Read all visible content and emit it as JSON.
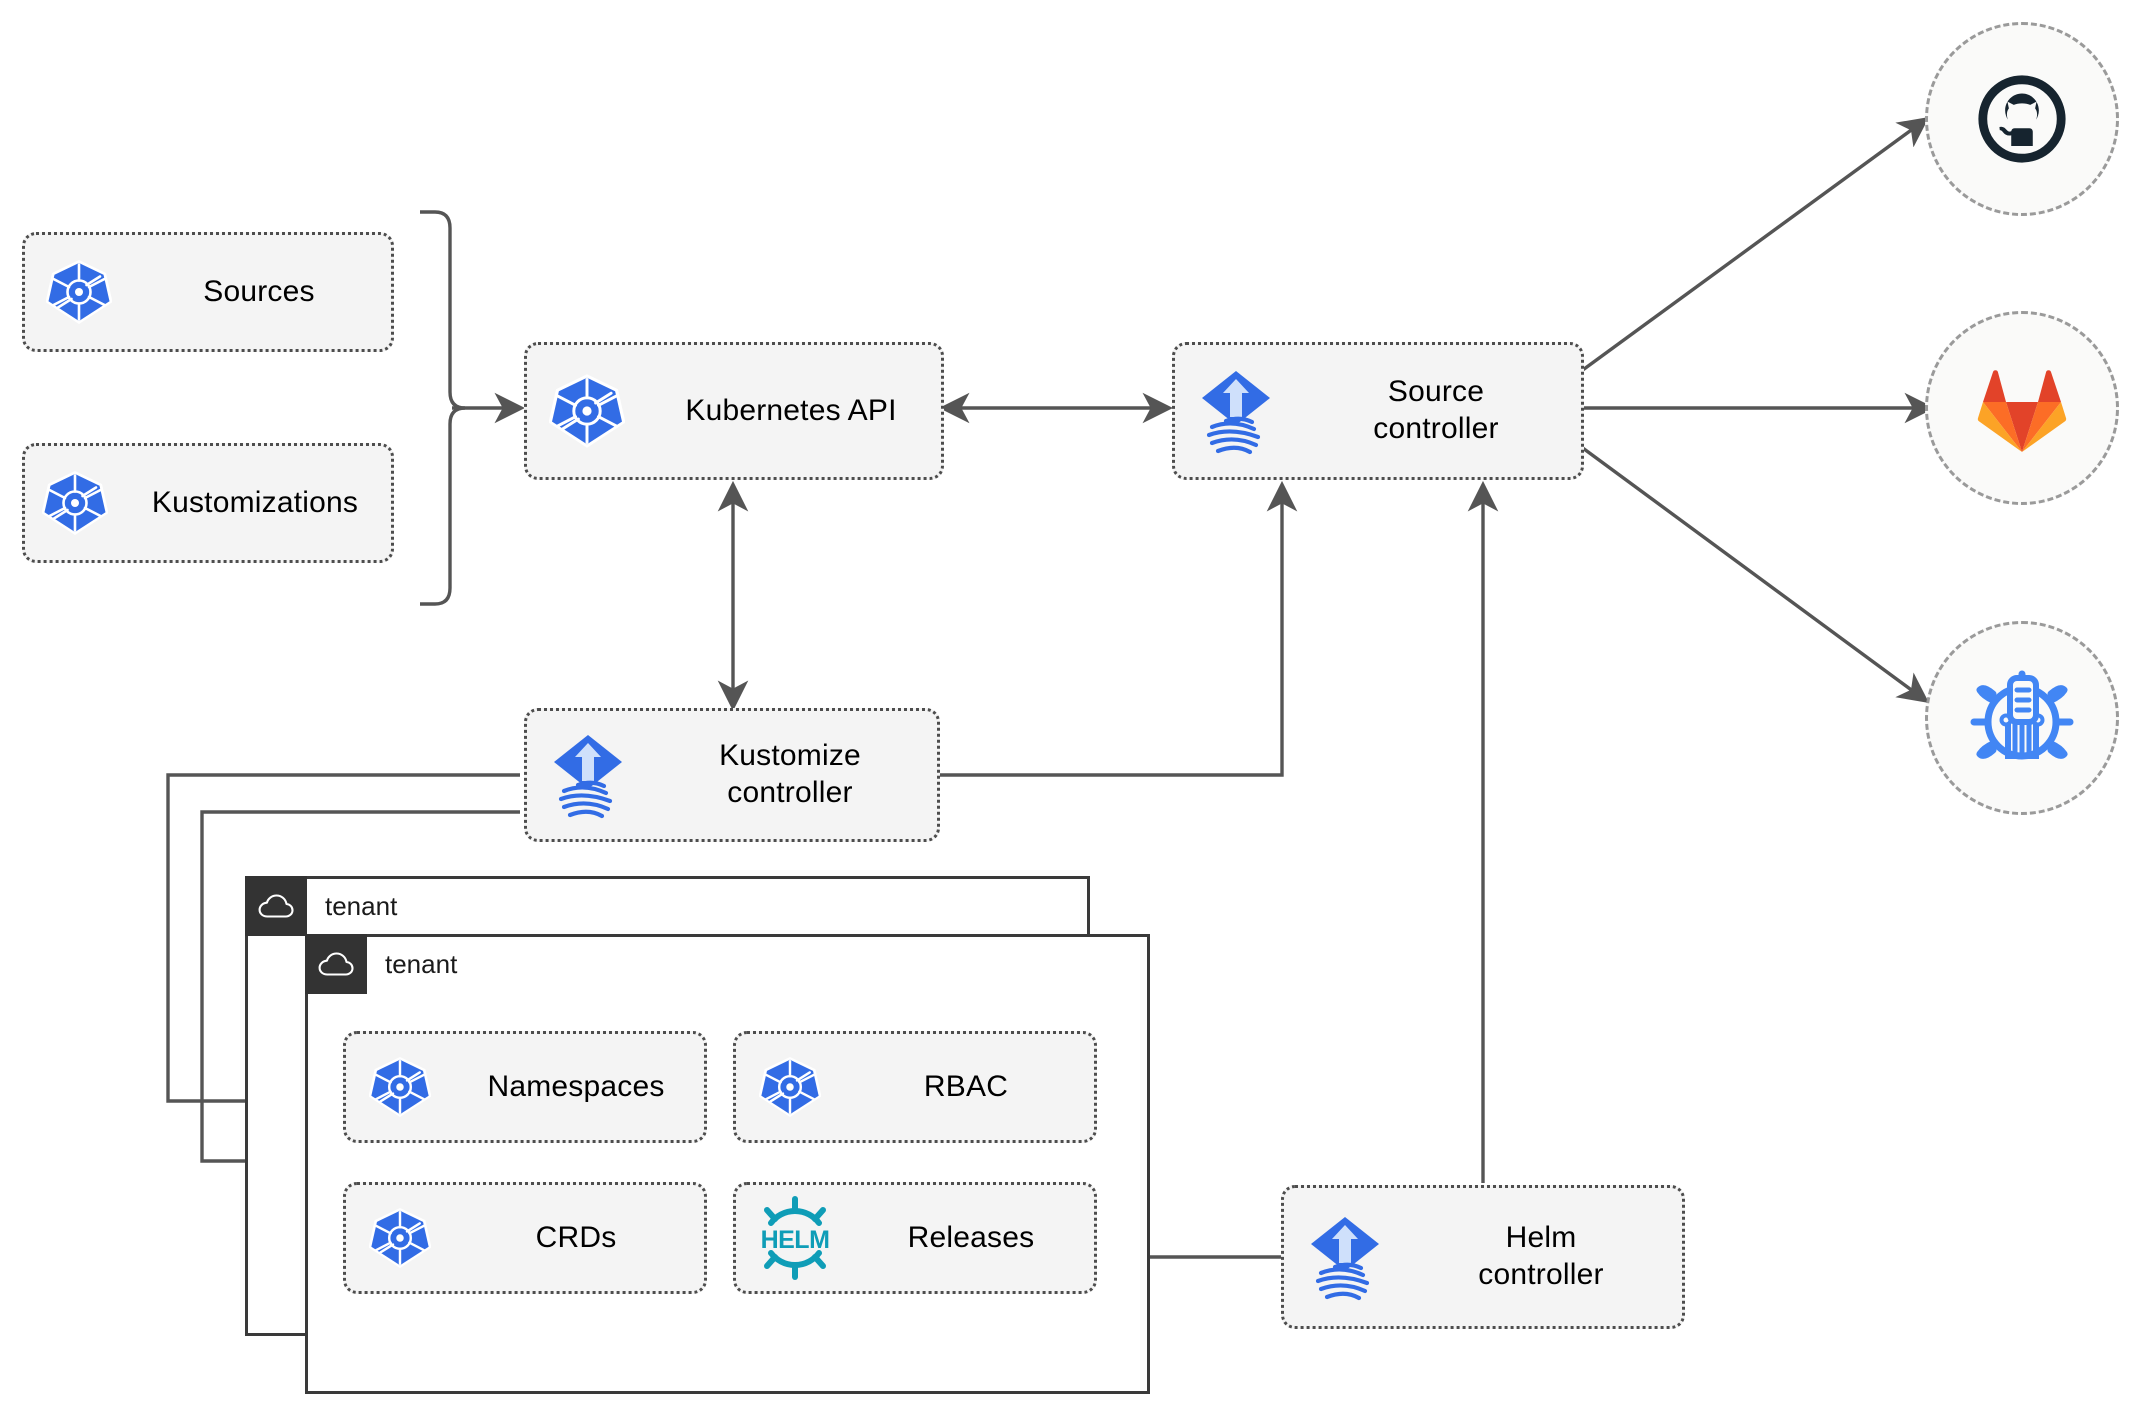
{
  "diagram": {
    "title": "Flux GitOps multi-tenancy architecture",
    "colors": {
      "kubernetes_blue": "#326CE5",
      "flux_blue": "#326CE5",
      "helm_teal": "#0F9DB7",
      "github_dark": "#16242F",
      "gitlab_orange": "#E24329",
      "gitlab_amber": "#FCA326",
      "harbor_blue": "#4286F4",
      "node_fill": "#f4f4f4",
      "node_border": "#4d4d4d",
      "line": "#555555",
      "tenant_tab": "#333333"
    },
    "nodes": [
      {
        "id": "sources",
        "label": "Sources",
        "icon": "kubernetes-icon"
      },
      {
        "id": "kustomizations",
        "label": "Kustomizations",
        "icon": "kubernetes-icon"
      },
      {
        "id": "k8s-api",
        "label": "Kubernetes API",
        "icon": "kubernetes-icon"
      },
      {
        "id": "source-ctrl",
        "label": "Source\ncontroller",
        "icon": "flux-icon"
      },
      {
        "id": "kustomize-ctrl",
        "label": "Kustomize\ncontroller",
        "icon": "flux-icon"
      },
      {
        "id": "helm-ctrl",
        "label": "Helm\ncontroller",
        "icon": "flux-icon"
      },
      {
        "id": "namespaces",
        "label": "Namespaces",
        "icon": "kubernetes-icon"
      },
      {
        "id": "rbac",
        "label": "RBAC",
        "icon": "kubernetes-icon"
      },
      {
        "id": "crds",
        "label": "CRDs",
        "icon": "kubernetes-icon"
      },
      {
        "id": "releases",
        "label": "Releases",
        "icon": "helm-icon"
      }
    ],
    "endpoints": [
      {
        "id": "github",
        "icon": "github-icon"
      },
      {
        "id": "gitlab",
        "icon": "gitlab-icon"
      },
      {
        "id": "harbor",
        "icon": "helm-repo-icon"
      }
    ],
    "tenants": [
      {
        "id": "tenant-outer",
        "label": "tenant",
        "icon": "cloud-icon"
      },
      {
        "id": "tenant-inner",
        "label": "tenant",
        "icon": "cloud-icon"
      }
    ]
  }
}
